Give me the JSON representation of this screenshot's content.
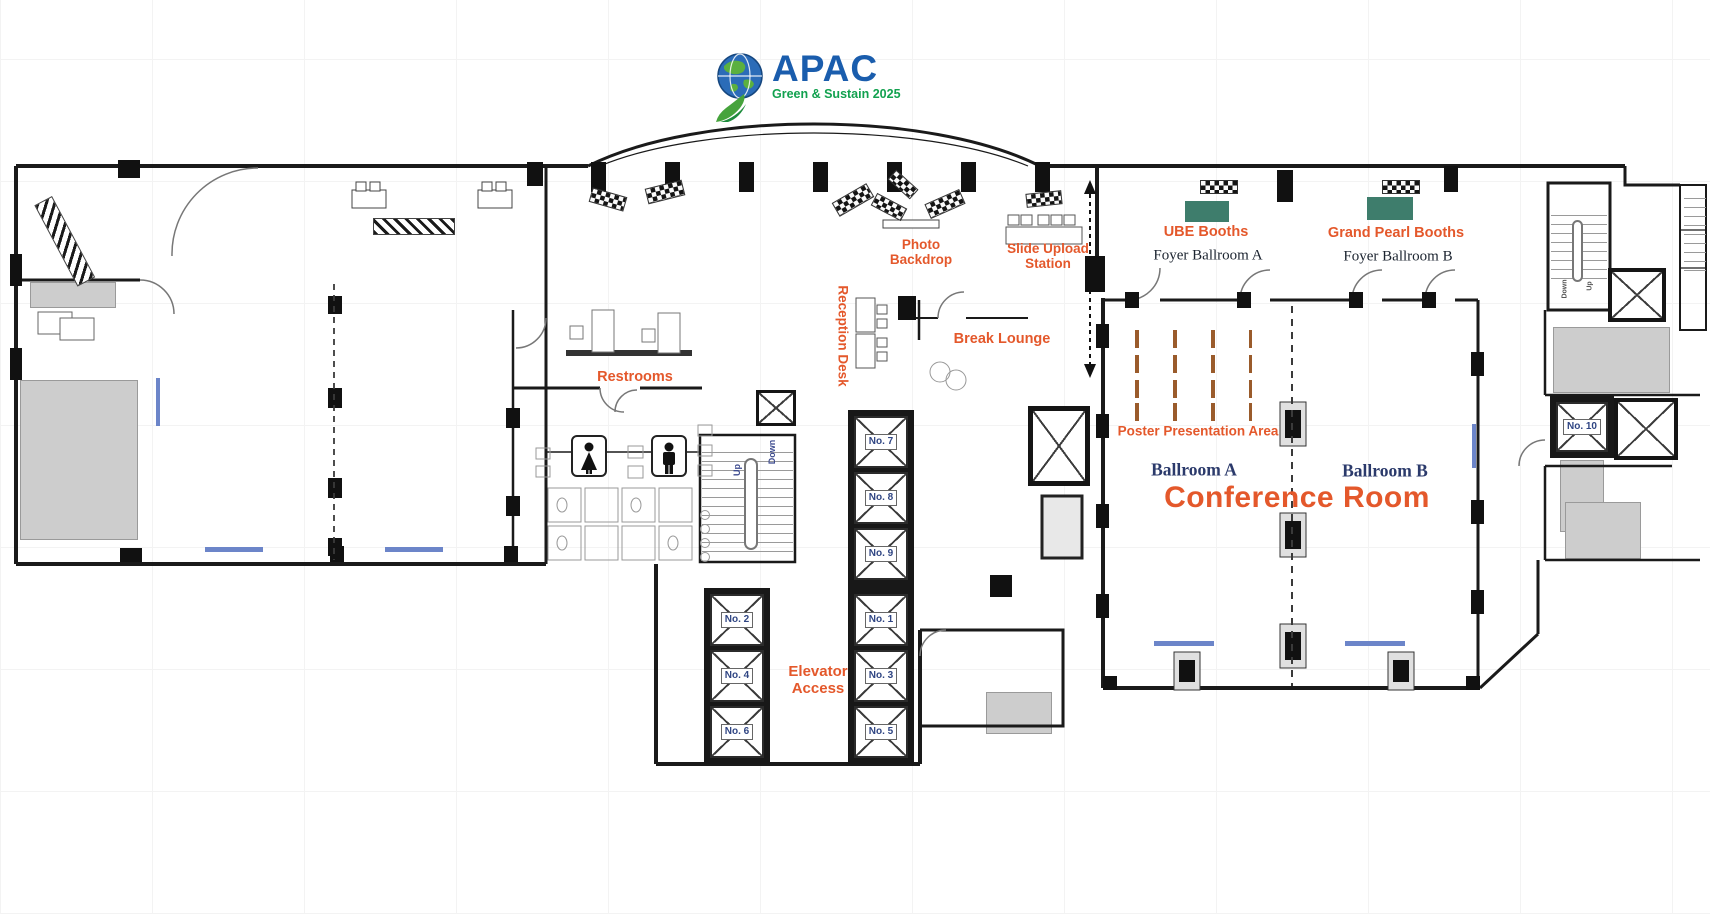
{
  "logo": {
    "brand": "APAC",
    "tagline": "Green & Sustain 2025"
  },
  "areas": {
    "photo_backdrop": {
      "line1": "Photo",
      "line2": "Backdrop"
    },
    "slide_upload": {
      "line1": "Slide Upload",
      "line2": "Station"
    },
    "reception_desk": "Reception Desk",
    "break_lounge": "Break Lounge",
    "restrooms": "Restrooms",
    "elevator_access": {
      "line1": "Elevator",
      "line2": "Access"
    },
    "ube_booths": "UBE Booths",
    "grand_pearl_booths": "Grand Pearl Booths",
    "foyer_ballroom_a": "Foyer Ballroom A",
    "foyer_ballroom_b": "Foyer Ballroom B",
    "poster_area": "Poster Presentation Area",
    "ballroom_a": "Ballroom A",
    "ballroom_b": "Ballroom B",
    "conference_room": "Conference Room"
  },
  "stairs": {
    "up": "Up",
    "down": "Down"
  },
  "elevators": [
    "No. 1",
    "No. 2",
    "No. 3",
    "No. 4",
    "No. 5",
    "No. 6",
    "No. 7",
    "No. 8",
    "No. 9",
    "No. 10"
  ],
  "poster_area_grid": {
    "rows": 4,
    "columns": 4
  },
  "colors": {
    "label_orange": "#E4582B",
    "ballroom_navy": "#2B3A6B",
    "booth_green": "#3E7D6C",
    "poster_board_brown": "#9A5B2B",
    "window_blue": "#6C85C9",
    "wall_black": "#1A1A1A",
    "logo_blue": "#1A5DAD",
    "logo_green": "#12A14F"
  }
}
